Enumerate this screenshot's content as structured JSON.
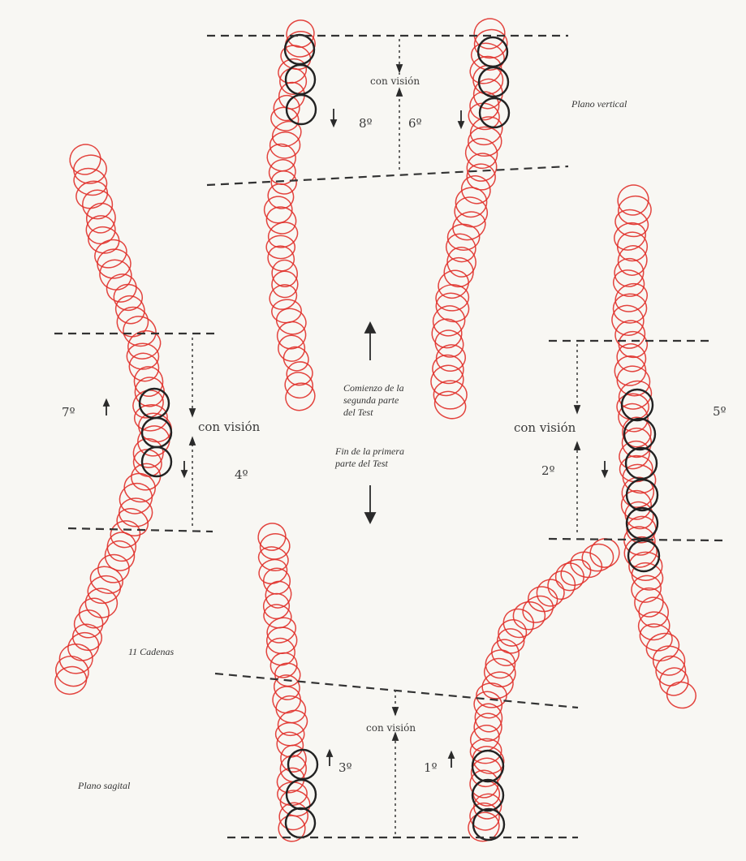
{
  "labels": {
    "top_con_vision": "con visión",
    "top_8": "8º",
    "top_6": "6º",
    "plano_vertical": "Plano vertical",
    "comienzo_1": "Comienzo de la",
    "comienzo_2": "segunda parte",
    "comienzo_3": "del Test",
    "fin_1": "Fin de la primera",
    "fin_2": "parte del Test",
    "left_7": "7º",
    "left_con_vision": "con visión",
    "left_4": "4º",
    "right_con_vision": "con visión",
    "right_5": "5º",
    "right_2": "2º",
    "cadenas": "11 Cadenas",
    "bottom_con_vision": "con visión",
    "bottom_3": "3º",
    "bottom_1": "1º",
    "plano_sagital": "Plano sagital"
  },
  "colors": {
    "red_trace": "#e0302a",
    "black_circle": "#222222",
    "ink": "#333333"
  }
}
